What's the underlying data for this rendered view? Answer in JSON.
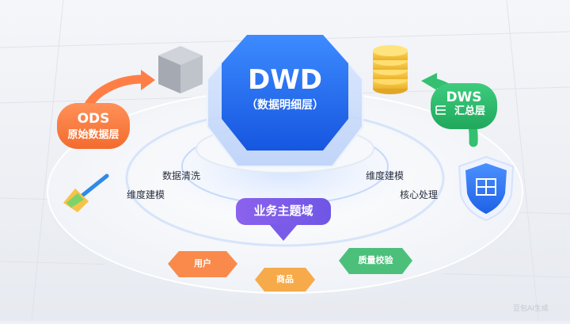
{
  "center": {
    "title": "DWD",
    "subtitle": "（数据明细层）"
  },
  "left_badge": {
    "title": "ODS",
    "subtitle": "原始数据层"
  },
  "right_badge": {
    "title": "DWS",
    "subtitle": "汇总层"
  },
  "annotations": {
    "data_cleaning": "数据清洗",
    "dimension_left": "维度建模",
    "dimension_right": "维度建模",
    "core_processing": "核心处理"
  },
  "domain_bubble": "业务主题域",
  "pills": {
    "user": "用户",
    "product": "商品",
    "quality": "质量校验"
  },
  "watermark": "豆包AI生成",
  "colors": {
    "center_blue": "#1f6ff2",
    "ods_orange": "#ff7b42",
    "dws_green": "#28b86a",
    "bubble_purple": "#7b5ce8",
    "pill_orange": "#f98a4c",
    "pill_amber": "#f6aa4a",
    "pill_green": "#4cc07b",
    "shield_blue": "#2b78f0",
    "coin_gold": "#f5c542"
  },
  "icons": [
    "gray-cube-icon",
    "gold-coin-stack-icon",
    "broom-icon",
    "shield-grid-icon",
    "curved-arrow-icon"
  ]
}
